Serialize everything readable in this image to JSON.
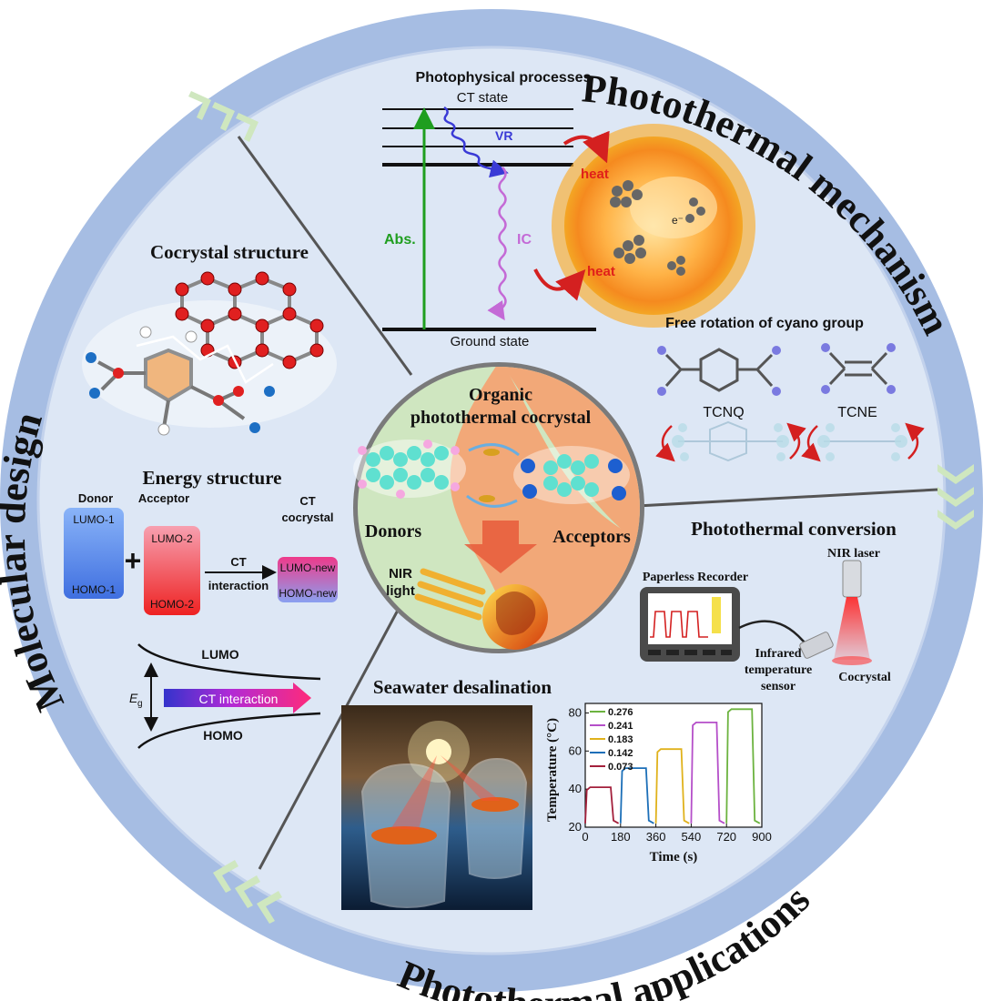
{
  "ring_titles": {
    "mechanism": "Photothermal mechanism",
    "applications": "Photothermal applications",
    "design": "Molecular design"
  },
  "center": {
    "title_line1": "Organic",
    "title_line2": "photothermal cocrystal",
    "donors": "Donors",
    "acceptors": "Acceptors",
    "nir_line1": "NIR",
    "nir_line2": "light"
  },
  "photophysics": {
    "title": "Photophysical processes",
    "ct_state": "CT state",
    "vr": "VR",
    "ic": "IC",
    "abs": "Abs.",
    "ground_state": "Ground state",
    "heat": "heat",
    "electron": "e⁻"
  },
  "cyano": {
    "title": "Free rotation of cyano group",
    "tcnq": "TCNQ",
    "tcne": "TCNE"
  },
  "cocrystal_structure": {
    "title": "Cocrystal structure"
  },
  "energy_structure": {
    "title": "Energy structure",
    "donor": "Donor",
    "acceptor": "Acceptor",
    "ct_cocrystal_line1": "CT",
    "ct_cocrystal_line2": "cocrystal",
    "lumo1": "LUMO-1",
    "homo1": "HOMO-1",
    "lumo2": "LUMO-2",
    "homo2": "HOMO-2",
    "ct_label": "CT",
    "interaction": "interaction",
    "lumo_new": "LUMO-new",
    "homo_new": "HOMO-new",
    "plus": "+"
  },
  "band_diagram": {
    "lumo": "LUMO",
    "homo": "HOMO",
    "eg": "E",
    "eg_sub": "g",
    "ct_interaction": "CT interaction"
  },
  "conversion": {
    "title": "Photothermal conversion",
    "nir_laser": "NIR laser",
    "recorder": "Paperless Recorder",
    "sensor_line1": "Infrared",
    "sensor_line2": "temperature",
    "sensor_line3": "sensor",
    "cocrystal": "Cocrystal"
  },
  "desalination": {
    "title": "Seawater desalination"
  },
  "colors": {
    "ring": "#a6bde3",
    "panel": "#dde7f5",
    "donor_green": "#cfe6c0",
    "acceptor_orange": "#f2a878",
    "abs_green": "#1f9e1f",
    "vr_blue": "#3a3ad6",
    "ic_purple": "#c46ad6"
  },
  "chart_data": {
    "type": "line",
    "xlabel": "Time (s)",
    "ylabel": "Temperature (°C)",
    "xlim": [
      0,
      900
    ],
    "ylim": [
      20,
      85
    ],
    "xticks": [
      "0",
      "180",
      "360",
      "540",
      "720",
      "900"
    ],
    "yticks": [
      "20",
      "40",
      "60",
      "80"
    ],
    "legend_position": "top-left",
    "series": [
      {
        "name": "0.073",
        "color": "#a3203c",
        "on": 0,
        "off": 130,
        "plateau": 41,
        "base": 22
      },
      {
        "name": "0.142",
        "color": "#1c6fb8",
        "on": 180,
        "off": 310,
        "plateau": 51,
        "base": 22
      },
      {
        "name": "0.183",
        "color": "#e0b21c",
        "on": 360,
        "off": 490,
        "plateau": 61,
        "base": 22
      },
      {
        "name": "0.241",
        "color": "#b54fc9",
        "on": 540,
        "off": 670,
        "plateau": 75,
        "base": 22
      },
      {
        "name": "0.276",
        "color": "#6cb33f",
        "on": 720,
        "off": 850,
        "plateau": 82,
        "base": 22
      }
    ]
  }
}
